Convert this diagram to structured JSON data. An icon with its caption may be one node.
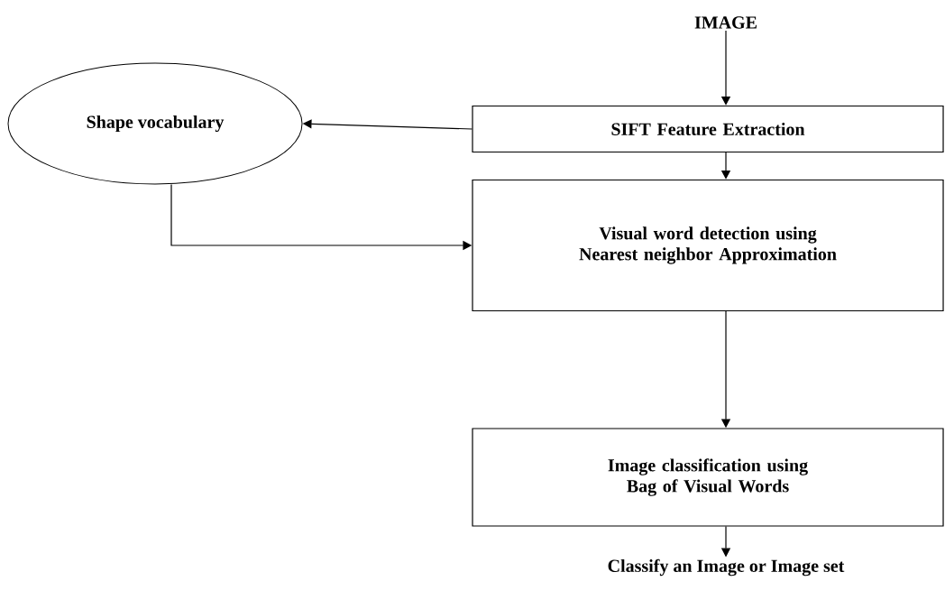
{
  "diagram": {
    "nodes": [
      {
        "text": [
          "IMAGE"
        ]
      },
      {
        "text": [
          "SIFT Feature Extraction"
        ]
      },
      {
        "text": [
          "Shape vocabulary"
        ]
      },
      {
        "text": [
          "Visual word detection using Nearest neighbor Approximation"
        ]
      },
      {
        "text": [
          "Image classification using Bag of Visual Words"
        ]
      },
      {
        "text": [
          "Classify an Image or Image set"
        ]
      }
    ],
    "edges": [
      {
        "from": 0,
        "to": 1,
        "arrow": "to"
      },
      {
        "from": 1,
        "to": 2,
        "arrow": "to"
      },
      {
        "from": 1,
        "to": 3,
        "arrow": "to"
      },
      {
        "from": 2,
        "to": 3,
        "arrow": "to"
      },
      {
        "from": 3,
        "to": 4,
        "arrow": "to"
      },
      {
        "from": 4,
        "to": 5,
        "arrow": "to"
      }
    ]
  }
}
